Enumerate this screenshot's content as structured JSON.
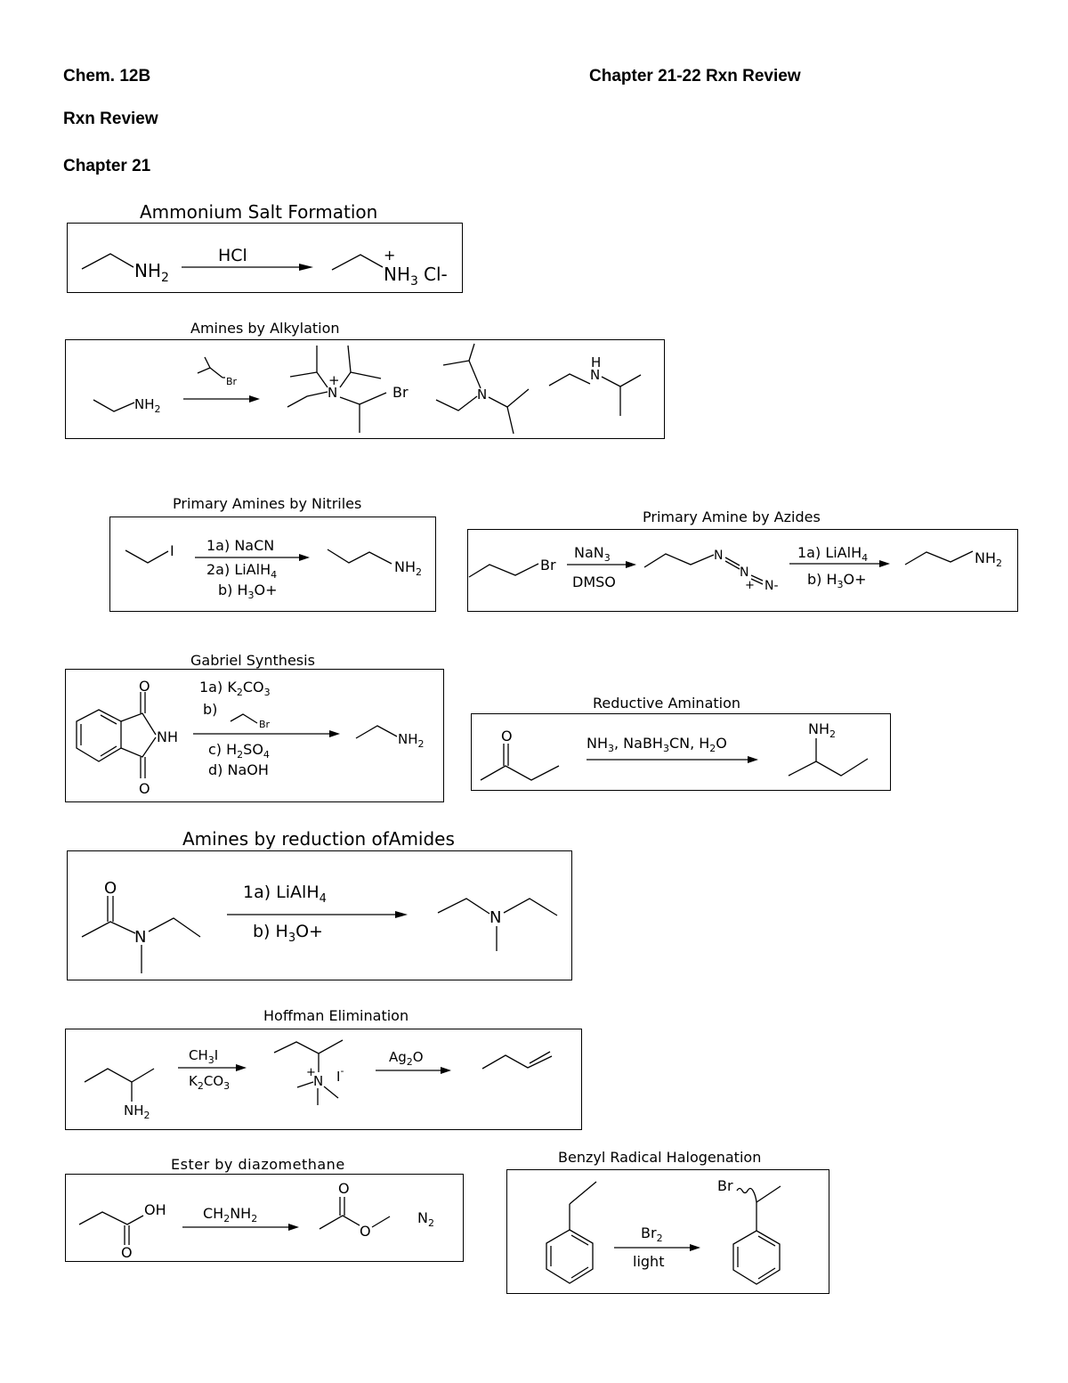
{
  "header": {
    "course": "Chem. 12B",
    "chapter_title": "Chapter 21-22 Rxn Review",
    "subtitle": "Rxn Review",
    "section": "Chapter 21"
  },
  "schemes": {
    "ammonium": {
      "title": "Ammonium Salt Formation",
      "reactant_group": "NH",
      "reactant_sub": "2",
      "reagent": "HCl",
      "charge": "+",
      "product_group": "NH",
      "product_sub": "3",
      "counterion": "Cl-"
    },
    "alkylation": {
      "title": "Amines by Alkylation",
      "reagent_halide": "Br",
      "reactant_group": "NH",
      "reactant_sub": "2",
      "charge": "+",
      "product1_n": "N",
      "counterion": "Br",
      "product2_n": "N",
      "product3_h": "H",
      "product3_n": "N"
    },
    "nitriles": {
      "title": "Primary Amines by Nitriles",
      "reactant_halide": "I",
      "step1": "1a) NaCN",
      "step2": "2a) LiAlH",
      "step2_sub": "4",
      "step3": "b) H",
      "step3_sub": "3",
      "step3_end": "O+",
      "product_group": "NH",
      "product_sub": "2"
    },
    "azides": {
      "title": "Primary Amine by Azides",
      "reactant_halide": "Br",
      "reagent1": "NaN",
      "reagent1_sub": "3",
      "solvent": "DMSO",
      "n1": "N",
      "n2": "N",
      "n3": "N-",
      "charge": "+",
      "step1": "1a) LiAlH",
      "step1_sub": "4",
      "step2": "b) H",
      "step2_sub": "3",
      "step2_end": "O+",
      "product_group": "NH",
      "product_sub": "2"
    },
    "gabriel": {
      "title": "Gabriel Synthesis",
      "o_top": "O",
      "o_bottom": "O",
      "nh": "NH",
      "step1": "1a) K",
      "step1_sub1": "2",
      "step1_mid": "CO",
      "step1_sub2": "3",
      "step2": "b)",
      "halide": "Br",
      "step3": "c) H",
      "step3_sub1": "2",
      "step3_mid": "SO",
      "step3_sub2": "4",
      "step4": "d) NaOH",
      "product_group": "NH",
      "product_sub": "2"
    },
    "reductive": {
      "title": "Reductive Amination",
      "o": "O",
      "reagent_a": "NH",
      "reagent_a_sub": "3",
      "reagent_b": ", NaBH",
      "reagent_b_sub": "3",
      "reagent_c": "CN, H",
      "reagent_c_sub": "2",
      "reagent_d": "O",
      "product_group": "NH",
      "product_sub": "2"
    },
    "amides": {
      "title": "Amines by reduction ofAmides",
      "o": "O",
      "n_reactant": "N",
      "step1": "1a) LiAlH",
      "step1_sub": "4",
      "step2": "b) H",
      "step2_sub": "3",
      "step2_end": "O+",
      "n_product": "N"
    },
    "hoffman": {
      "title": "Hoffman Elimination",
      "reactant_group": "NH",
      "reactant_sub": "2",
      "reagent1": "CH",
      "reagent1_sub": "3",
      "reagent1_end": "I",
      "reagent2": "K",
      "reagent2_sub1": "2",
      "reagent2_mid": "CO",
      "reagent2_sub2": "3",
      "charge": "+",
      "n": "N",
      "iodide": "I",
      "iodide_charge": "-",
      "reagent3": "Ag",
      "reagent3_sub": "2",
      "reagent3_end": "O"
    },
    "diazomethane": {
      "title": "Ester by diazomethane",
      "oh": "OH",
      "o_reactant": "O",
      "reagent": "CH",
      "reagent_sub1": "2",
      "reagent_mid": "NH",
      "reagent_sub2": "2",
      "o_carbonyl": "O",
      "o_ester": "O",
      "byproduct": "N",
      "byproduct_sub": "2"
    },
    "benzyl": {
      "title": "Benzyl Radical Halogenation",
      "reagent": "Br",
      "reagent_sub": "2",
      "condition": "light",
      "product_br": "Br"
    }
  }
}
